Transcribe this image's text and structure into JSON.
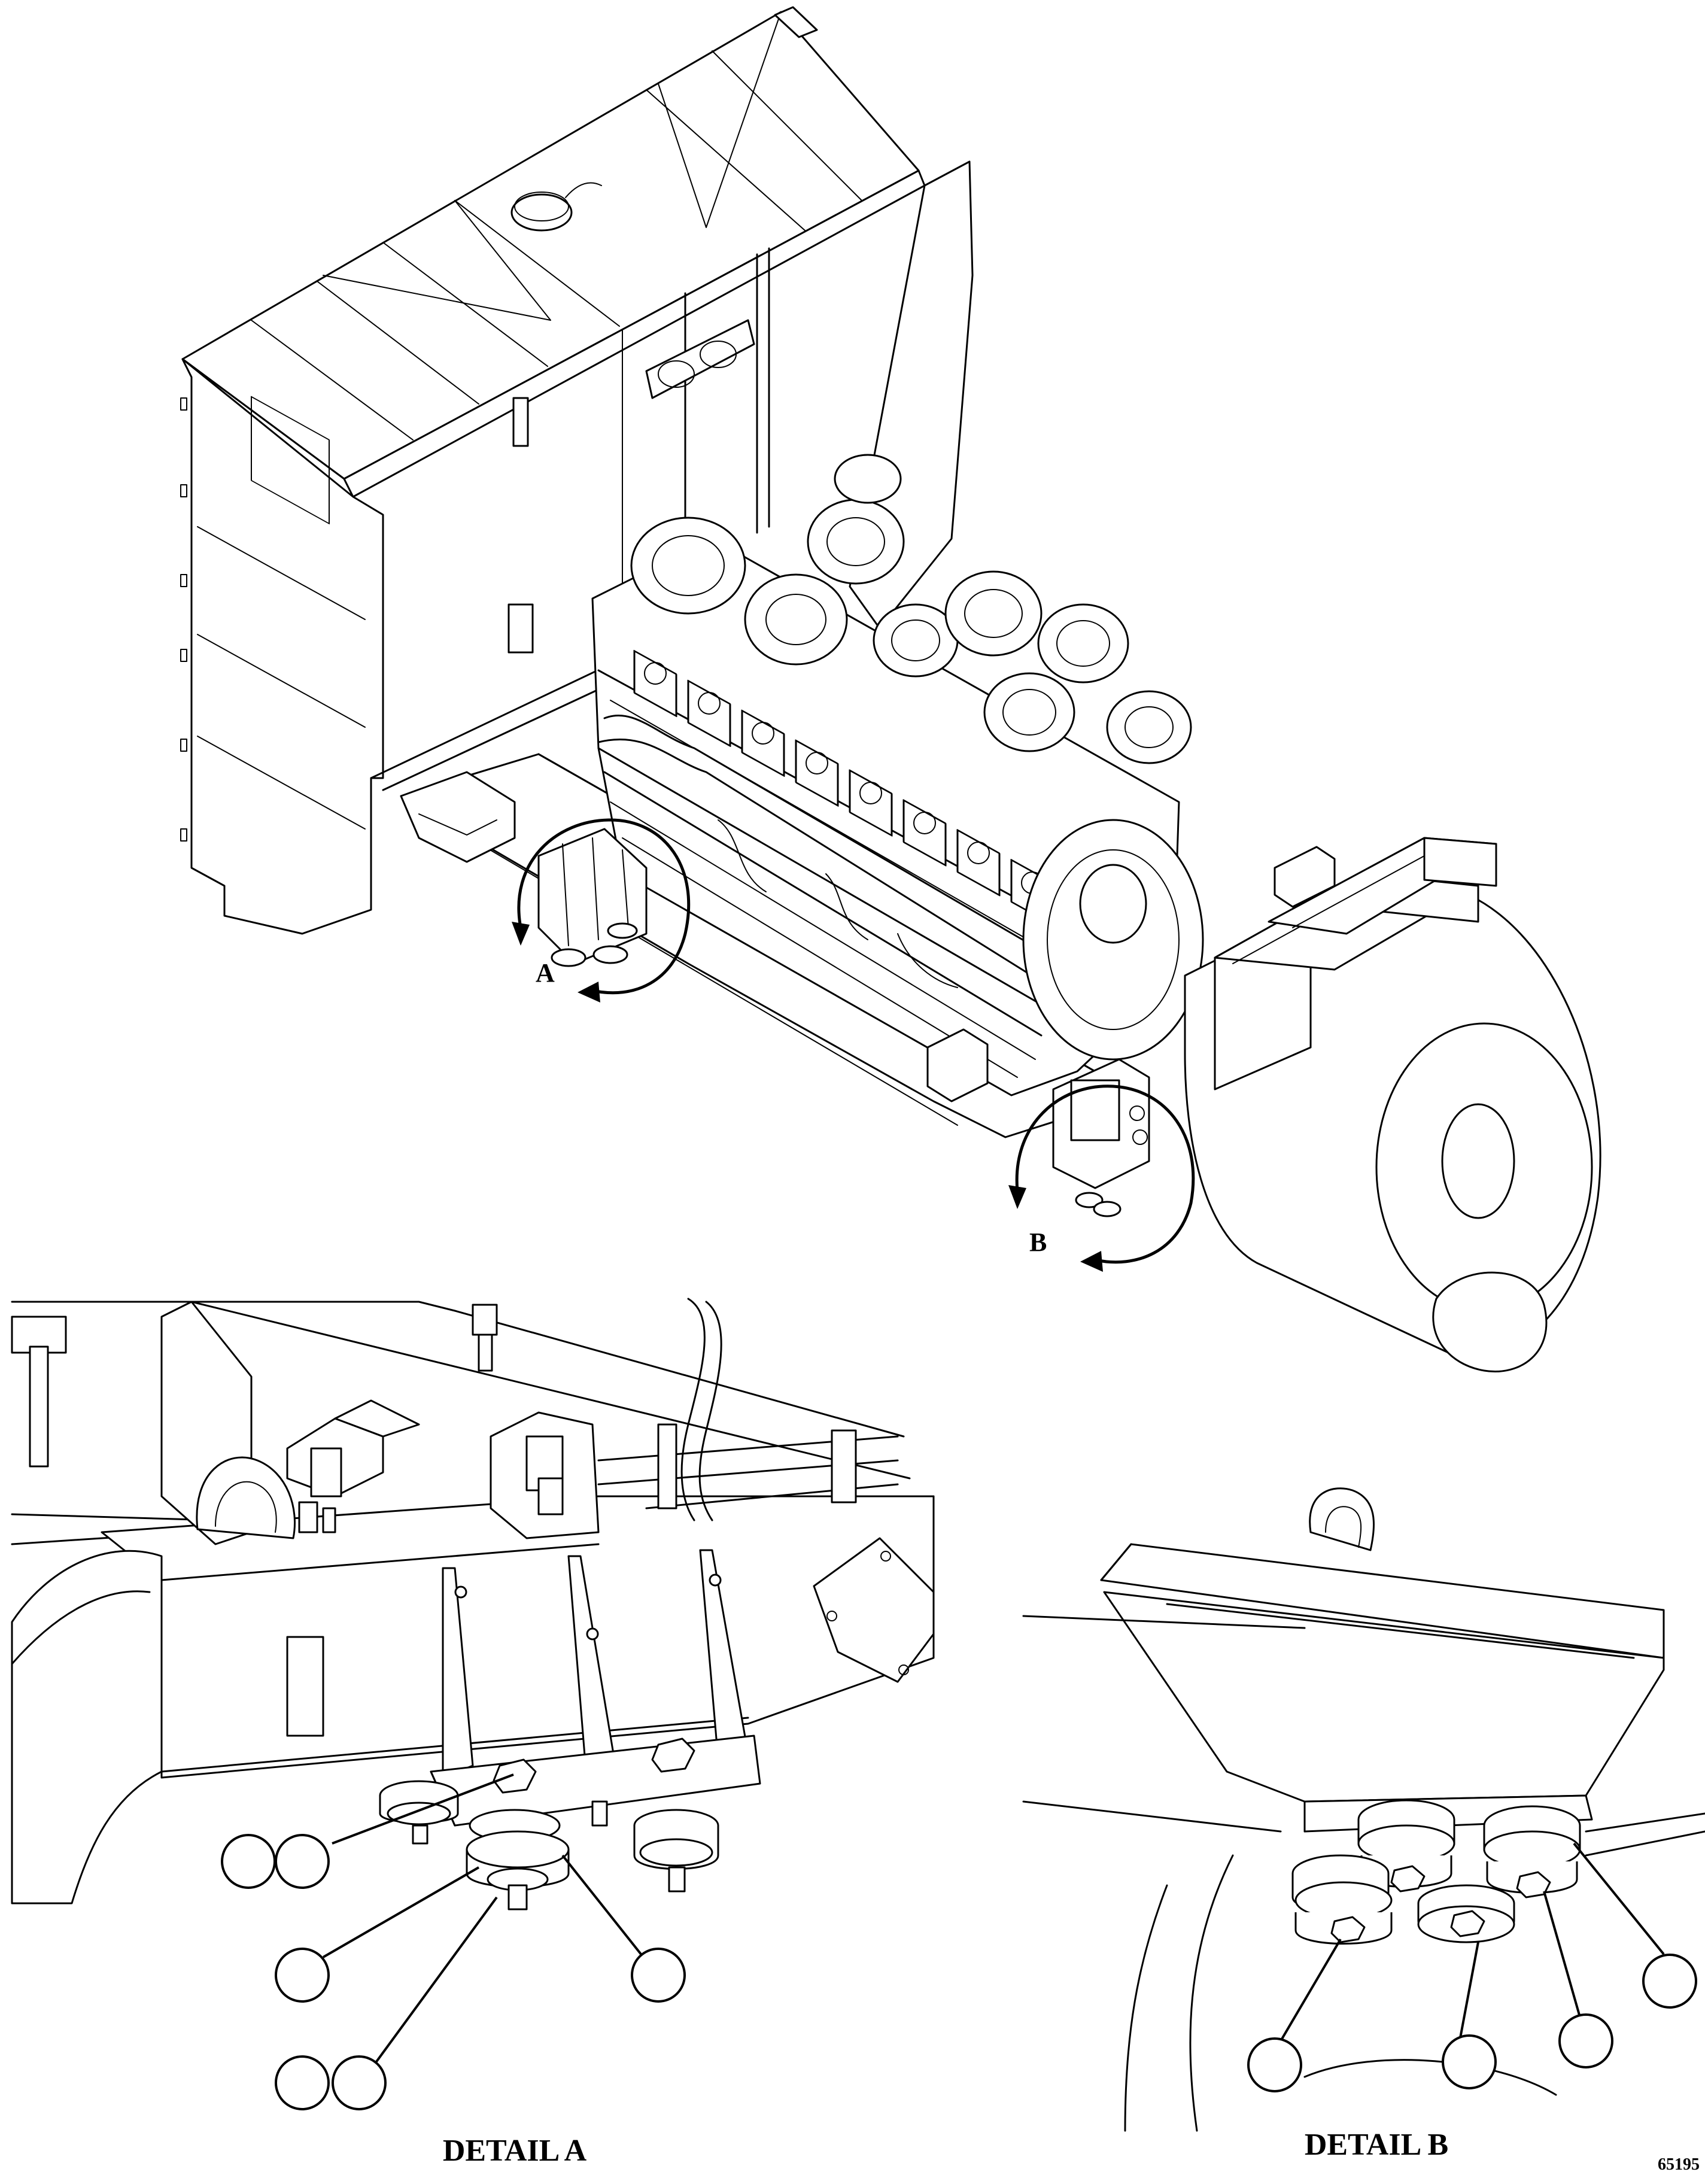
{
  "figure_id": "65195",
  "detail_a": {
    "callout_letter": "A",
    "caption": "DETAIL A"
  },
  "detail_b": {
    "callout_letter": "B",
    "caption": "DETAIL B"
  },
  "colors": {
    "line": "#000000",
    "background": "#ffffff"
  }
}
